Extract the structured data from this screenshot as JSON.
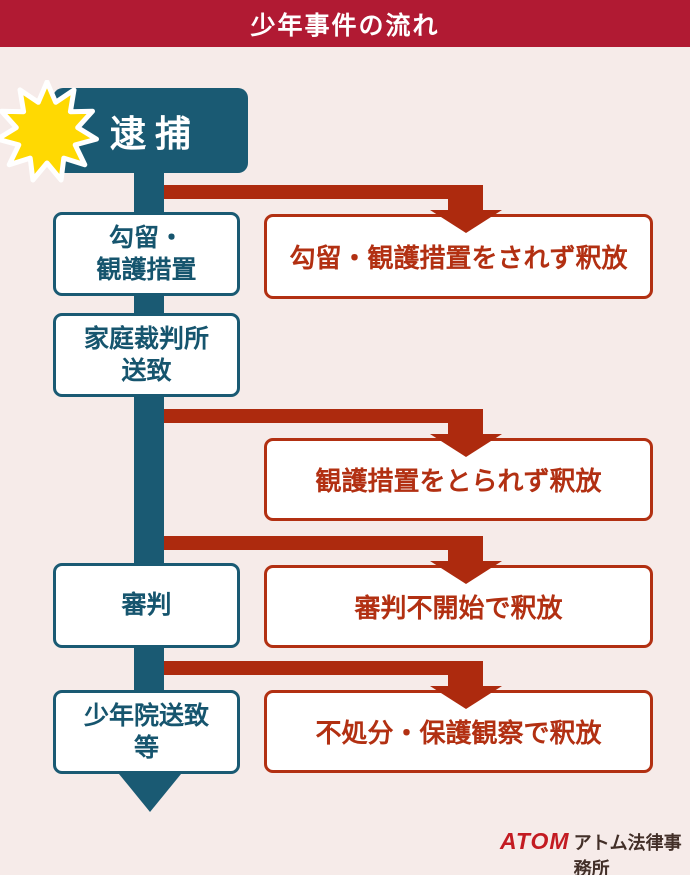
{
  "header": {
    "title": "少年事件の流れ"
  },
  "flow": {
    "start_label": "逮捕",
    "stages": [
      {
        "line1": "勾留・",
        "line2": "観護措置"
      },
      {
        "line1": "家庭裁判所",
        "line2": "送致"
      },
      {
        "line1": "審判"
      },
      {
        "line1": "少年院送致",
        "line2": "等"
      }
    ],
    "releases": [
      {
        "label": "勾留・観護措置をされず釈放"
      },
      {
        "label": "観護措置をとられず釈放"
      },
      {
        "label": "審判不開始で釈放"
      },
      {
        "label": "不処分・保護観察で釈放"
      }
    ]
  },
  "icons": {
    "start_marker": "starburst-icon",
    "branch_marker": "arrow-down-icon",
    "flow_end_marker": "arrow-down-icon"
  },
  "colors": {
    "header_bg": "#b11a33",
    "teal": "#1a5a73",
    "brick_red": "#ad2a0e",
    "box_border_red": "#b23012",
    "star_yellow": "#ffd902",
    "background": "#f6ebe9",
    "logo_red": "#c31b22",
    "logo_dark": "#422f28"
  },
  "footer": {
    "brand": "ATOM",
    "brand_name": "アトム法律事務所"
  }
}
